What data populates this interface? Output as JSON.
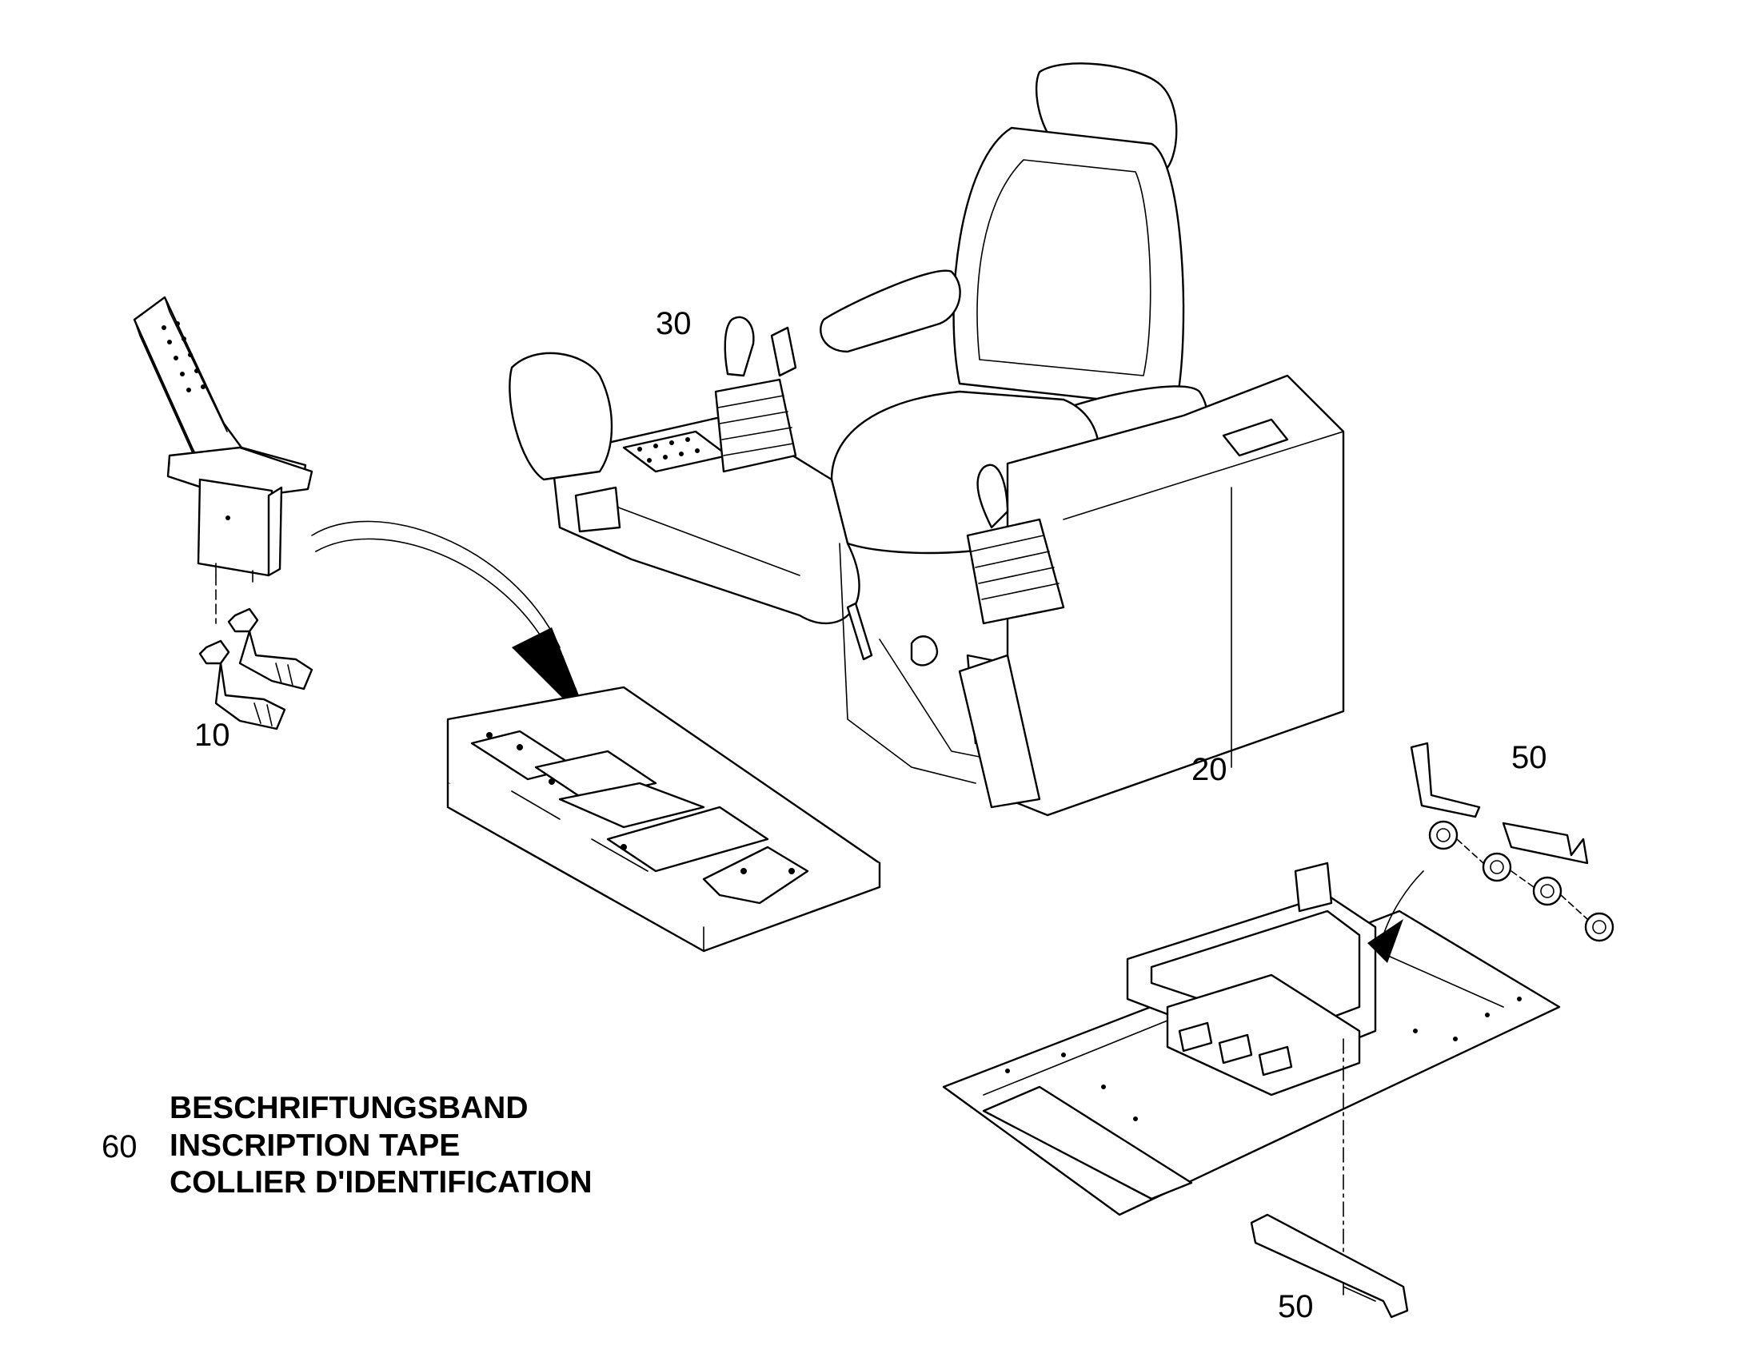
{
  "callouts": {
    "pedal": "10",
    "cab_console": "20",
    "joystick": "30",
    "bracket_upper": "50",
    "bracket_lower": "50"
  },
  "note": {
    "number": "60",
    "line_de": "BESCHRIFTUNGSBAND",
    "line_en": "INSCRIPTION TAPE",
    "line_fr": "COLLIER D'IDENTIFICATION"
  }
}
